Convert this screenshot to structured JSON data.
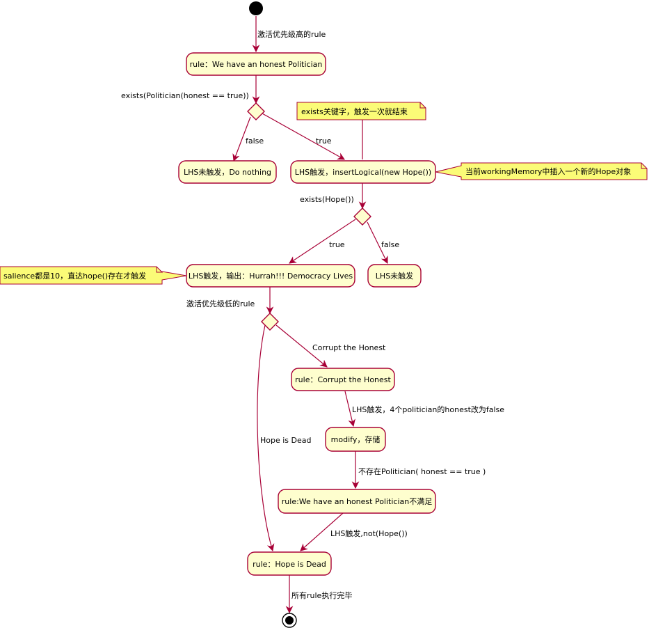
{
  "nodes": {
    "rule_honest": "rule：We have an honest Politician",
    "lhs_no": "LHS未触发，Do nothing",
    "lhs_insert": "LHS触发，insertLogical(new Hope())",
    "lhs_hurrah": "LHS触发，输出：Hurrah!!! Democracy Lives",
    "lhs_not_fired": "LHS未触发",
    "rule_corrupt": "rule：Corrupt the Honest",
    "modify_store": "modify，存储",
    "rule_not_satisfied": "rule:We have an honest Politician不满足",
    "rule_hope_dead": "rule：Hope is Dead"
  },
  "notes": {
    "exists_keyword": "exists关键字，触发一次就结束",
    "insert_memory": "当前workingMemory中插入一个新的Hope对象",
    "salience": "salience都是10，直达hope()存在才触发"
  },
  "edges": {
    "activate_high": "激活优先级高的rule",
    "exists_politician": "exists(Politician(honest == true))",
    "false_1": "false",
    "true_1": "true",
    "exists_hope": "exists(Hope())",
    "true_2": "true",
    "false_2": "false",
    "activate_low": "激活优先级低的rule",
    "corrupt_branch": "Corrupt the Honest",
    "hope_dead_branch": "Hope is Dead",
    "lhs_fired_four": "LHS触发，4个politician的honest改为false",
    "no_honest": "不存在Politician( honest == true )",
    "lhs_not_hope": "LHS触发,not(Hope())",
    "all_done": "所有rule执行完毕"
  },
  "colors": {
    "node_fill": "#FEFECE",
    "node_border": "#A80036",
    "note_fill": "#FBFB77",
    "line": "#A80036"
  }
}
